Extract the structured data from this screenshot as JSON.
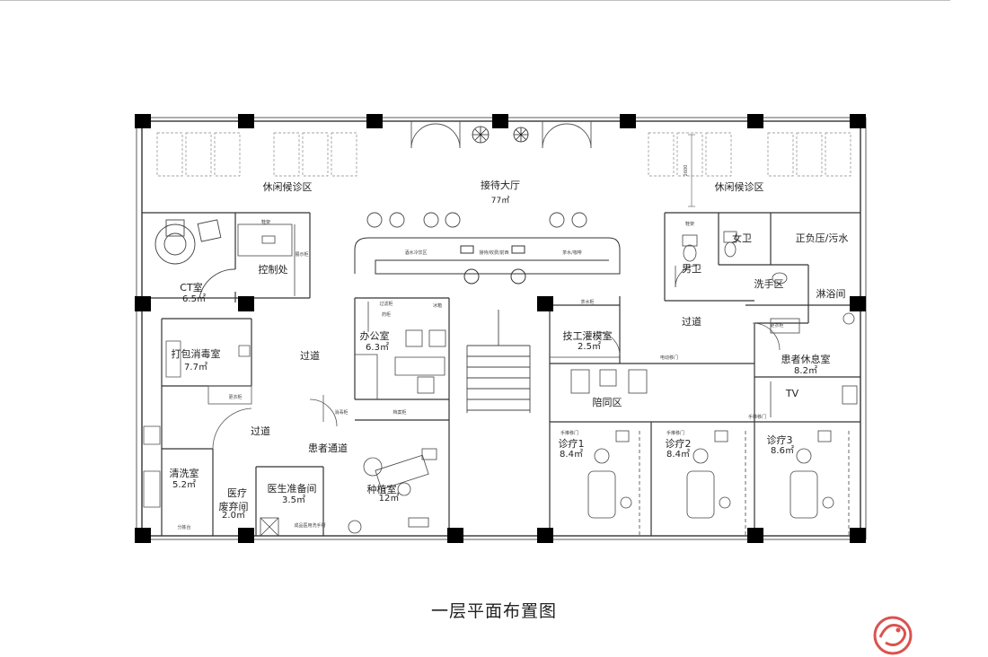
{
  "plan_title": "一层平面布置图",
  "colors": {
    "line": "#333333",
    "thin": "#777777",
    "column": "#000000",
    "logo_red": "#d9534f"
  },
  "rooms": {
    "lounge_left": "休闲候诊区",
    "reception_hall": "接待大厅",
    "reception_area": "77㎡",
    "lounge_right": "休闲候诊区",
    "control": "控制处",
    "ct_room": "CT室",
    "ct_area": "6.5㎡",
    "office": "办公室",
    "office_area": "6.3㎡",
    "corridor_a": "过道",
    "packaging": "打包消毒室",
    "packaging_area": "7.7㎡",
    "corridor_b": "过道",
    "patient_passage": "患者通道",
    "cleaning": "清洗室",
    "cleaning_area": "5.2㎡",
    "medical_waste_1": "医疗",
    "medical_waste_2": "废弃间",
    "medical_waste_area": "2.0㎡",
    "doctor_prep": "医生准备间",
    "doctor_prep_area": "3.5㎡",
    "implant": "种植室",
    "implant_area": "12㎡",
    "lab": "技工灌模室",
    "lab_area": "2.5㎡",
    "escort": "陪同区",
    "women_wc": "女卫",
    "men_wc": "男卫",
    "positive_neg": "正负压/污水",
    "handwash": "洗手区",
    "shower": "淋浴间",
    "corridor_c": "过道",
    "rest": "患者休息室",
    "rest_area": "8.2㎡",
    "tv": "TV",
    "clinic1": "诊疗1",
    "clinic1_area": "8.4㎡",
    "clinic2": "诊疗2",
    "clinic2_area": "8.4㎡",
    "clinic3": "诊疗3",
    "clinic3_area": "8.6㎡"
  },
  "small_labels": {
    "display_cabinet": "展示柜",
    "water_bar": "酒水冷饮区",
    "reception_desk": "接待/收费/前西",
    "tea_area": "茶水/咖啡",
    "filter_cabinet": "过滤柜",
    "freezer": "冰箱",
    "drug_cabinet": "药柜",
    "tea_water": "茶水柜",
    "changing_1": "更衣柜",
    "changing_2": "更衣柜",
    "archive_cabinet": "档案柜",
    "plant_cabinet": "消毒柜",
    "auto_door": "电动移门",
    "hand_push_door_1": "手推移门",
    "hand_push_door_2": "手推移门",
    "hand_push_door_3": "手推移门",
    "finished_wash": "成品医用洗手槽",
    "sorting_table": "分拣台",
    "shoe_a": "鞋架",
    "shoe_b": "鞋架",
    "dimension": "2600"
  }
}
